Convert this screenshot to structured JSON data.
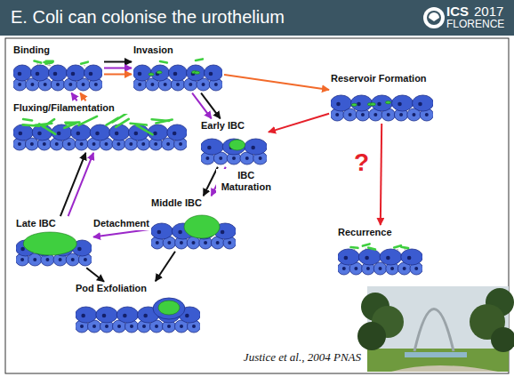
{
  "diagram": {
    "title": "E. Coli can colonise the urothelium",
    "caption": "Justice et al., 2004 PNAS",
    "nodes": [
      {
        "text": [
          "Binding"
        ]
      },
      {
        "text": [
          "Invasion"
        ]
      },
      {
        "text": [
          "Reservoir Formation"
        ]
      },
      {
        "text": [
          "Fluxing/Filamentation"
        ]
      },
      {
        "text": [
          "Early IBC"
        ]
      },
      {
        "text": [
          "Middle IBC"
        ]
      },
      {
        "text": [
          "Recurrence"
        ]
      },
      {
        "text": [
          "Late IBC"
        ]
      },
      {
        "text": [
          "Pod Exfoliation"
        ]
      }
    ],
    "edges": [
      {
        "from": 0,
        "to": 1,
        "arrow": "to"
      },
      {
        "from": 0,
        "to": 1,
        "arrow": "to"
      },
      {
        "from": 0,
        "to": 1,
        "arrow": "to"
      },
      {
        "from": 1,
        "to": 4,
        "arrow": "to"
      },
      {
        "from": 1,
        "to": 4,
        "arrow": "to"
      },
      {
        "from": 1,
        "to": 2,
        "arrow": "to"
      },
      {
        "from": 2,
        "to": 4,
        "arrow": "to"
      },
      {
        "from": 2,
        "to": 6,
        "arrow": "to"
      },
      {
        "from": 4,
        "to": 5,
        "label": "IBC Maturation",
        "arrow": "to"
      },
      {
        "from": 4,
        "to": 5,
        "arrow": "to"
      },
      {
        "from": 5,
        "to": 7,
        "label": "Detachment",
        "arrow": "to"
      },
      {
        "from": 5,
        "to": 8,
        "arrow": "to"
      },
      {
        "from": 7,
        "to": 8,
        "arrow": "to"
      },
      {
        "from": 7,
        "to": 3,
        "arrow": "to"
      },
      {
        "from": 7,
        "to": 3,
        "arrow": "to"
      },
      {
        "from": 3,
        "to": 0,
        "arrow": "to"
      },
      {
        "from": 3,
        "to": 0,
        "arrow": "to"
      }
    ],
    "labels": [
      "ICS",
      "2017",
      "FLORENCE",
      "?"
    ]
  }
}
